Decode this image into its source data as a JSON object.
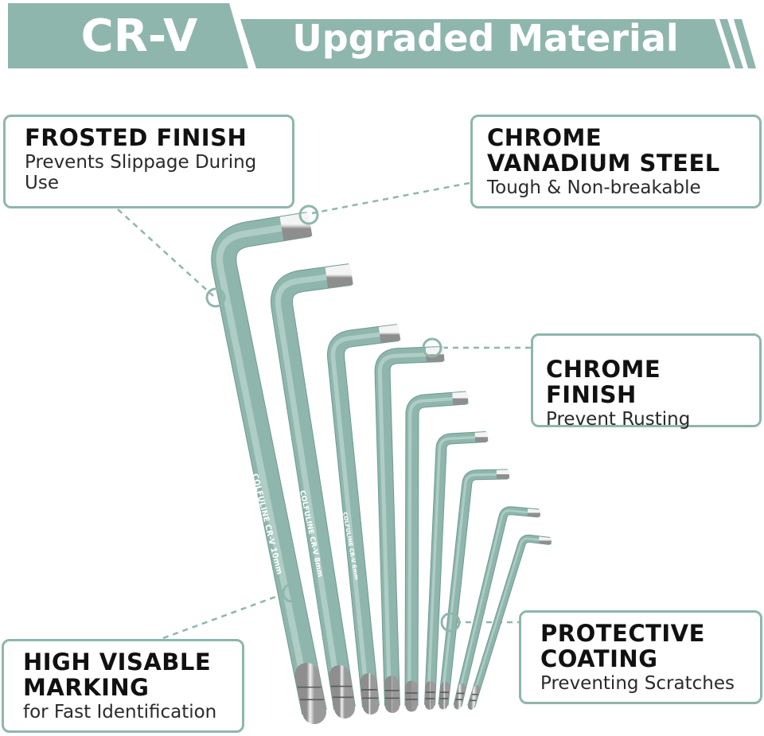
{
  "banner": {
    "left": "CR-V",
    "right": "Upgraded Material",
    "color": "#8fb6ac"
  },
  "wrench_color": "#8fb6ac",
  "wrench_marks": [
    "COLFULINE  CR-V  10mm",
    "COLFULINE  CR-V  8mm",
    "COLFULINE  CR-V 6mm"
  ],
  "callouts": [
    {
      "title": "FROSTED FINISH",
      "subtitle": "Prevents Slippage During Use"
    },
    {
      "title": "CHROME VANADIUM STEEL",
      "subtitle": "Tough & Non-breakable"
    },
    {
      "title": "CHROME FINISH",
      "subtitle": "Prevent Rusting"
    },
    {
      "title": "HIGH VISABLE MARKING",
      "subtitle": "for Fast Identification"
    },
    {
      "title": "PROTECTIVE COATING",
      "subtitle": "Preventing Scratches"
    }
  ]
}
